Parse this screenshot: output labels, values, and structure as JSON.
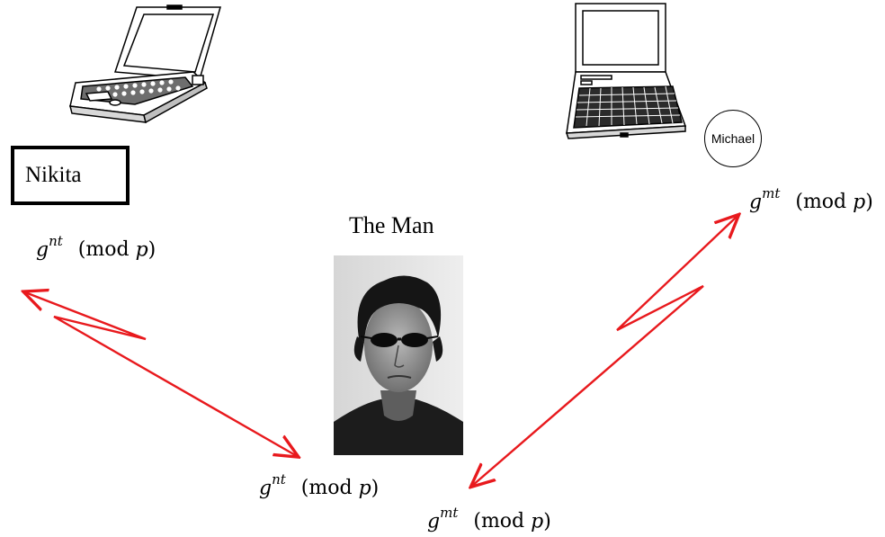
{
  "labels": {
    "nikita": "Nikita",
    "michael": "Michael",
    "the_man": "The Man"
  },
  "messages": {
    "nikita_key": {
      "base": "g",
      "exp": "nt",
      "mod": "(mod",
      "p": "p",
      "close": ")"
    },
    "michael_key": {
      "base": "g",
      "exp": "mt",
      "mod": "(mod",
      "p": "p",
      "close": ")"
    },
    "man_to_nikita_key": {
      "base": "g",
      "exp": "nt",
      "mod": "(mod",
      "p": "p",
      "close": ")"
    },
    "man_to_michael_key": {
      "base": "g",
      "exp": "mt",
      "mod": "(mod",
      "p": "p",
      "close": ")"
    }
  },
  "colors": {
    "arrow": "#e8191d",
    "ink": "#000000"
  },
  "icons": {
    "nikita_computer": "laptop-icon",
    "michael_computer": "laptop-icon",
    "the_man_photo": "person-photo"
  }
}
